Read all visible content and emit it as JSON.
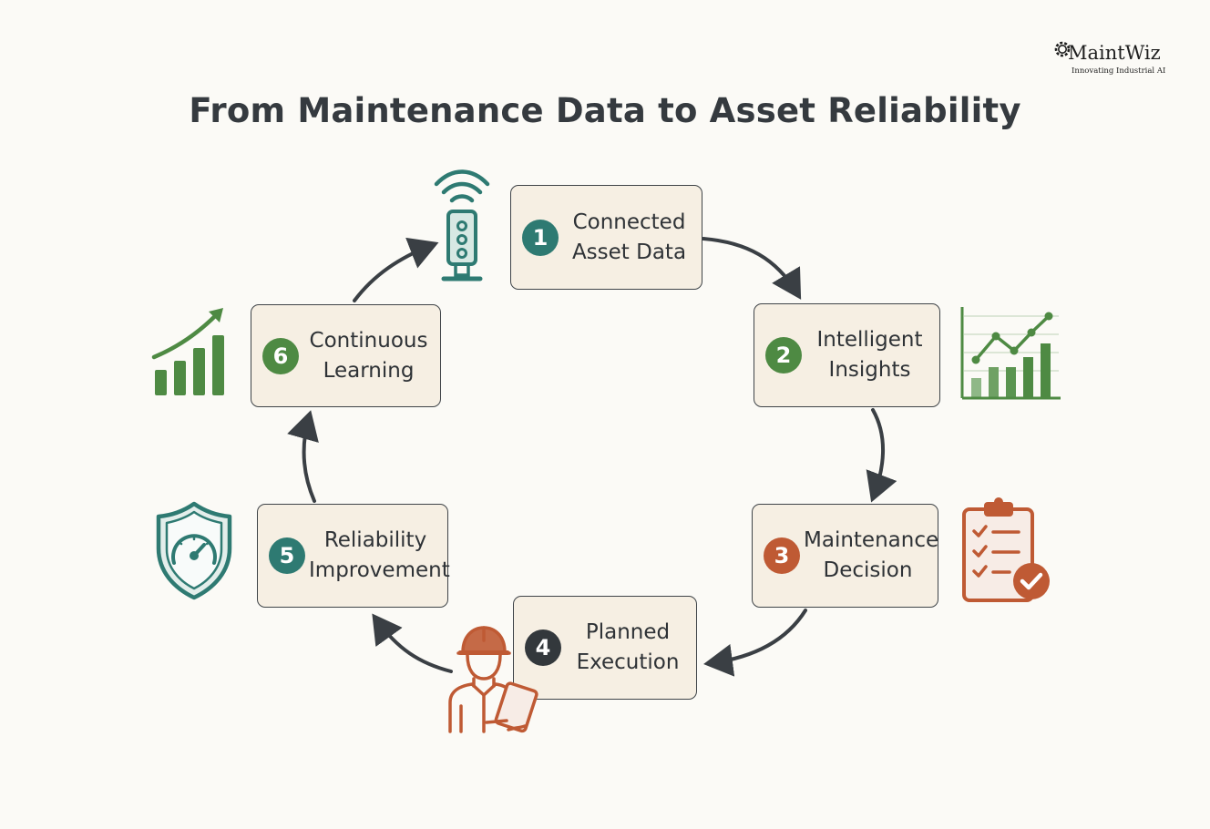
{
  "title": "From Maintenance Data to Asset Reliability",
  "logo": {
    "name": "MaintWiz",
    "tagline": "Innovating Industrial AI"
  },
  "steps": [
    {
      "number": "1",
      "line1": "Connected",
      "line2": "Asset Data",
      "color": "#2e7a72"
    },
    {
      "number": "2",
      "line1": "Intelligent",
      "line2": "Insights",
      "color": "#4e8a43"
    },
    {
      "number": "3",
      "line1": "Maintenance",
      "line2": "Decision",
      "color": "#bf5a34"
    },
    {
      "number": "4",
      "line1": "Planned",
      "line2": "Execution",
      "color": "#33383c"
    },
    {
      "number": "5",
      "line1": "Reliability",
      "line2": "Improvement",
      "color": "#2e7a72"
    },
    {
      "number": "6",
      "line1": "Continuous",
      "line2": "Learning",
      "color": "#4e8a43"
    }
  ],
  "icons": {
    "step1": "wireless-sensor-icon",
    "step2": "line-and-bar-chart-icon",
    "step3": "checklist-clipboard-icon",
    "step4": "technician-with-tablet-icon",
    "step5": "shield-gauge-icon",
    "step6": "growth-bar-chart-icon"
  },
  "colors": {
    "teal": "#2e7a72",
    "green": "#4e8a43",
    "orange": "#bf5a34",
    "dark": "#33383c",
    "box_fill": "#f6efe3",
    "background": "#fbfaf6"
  }
}
